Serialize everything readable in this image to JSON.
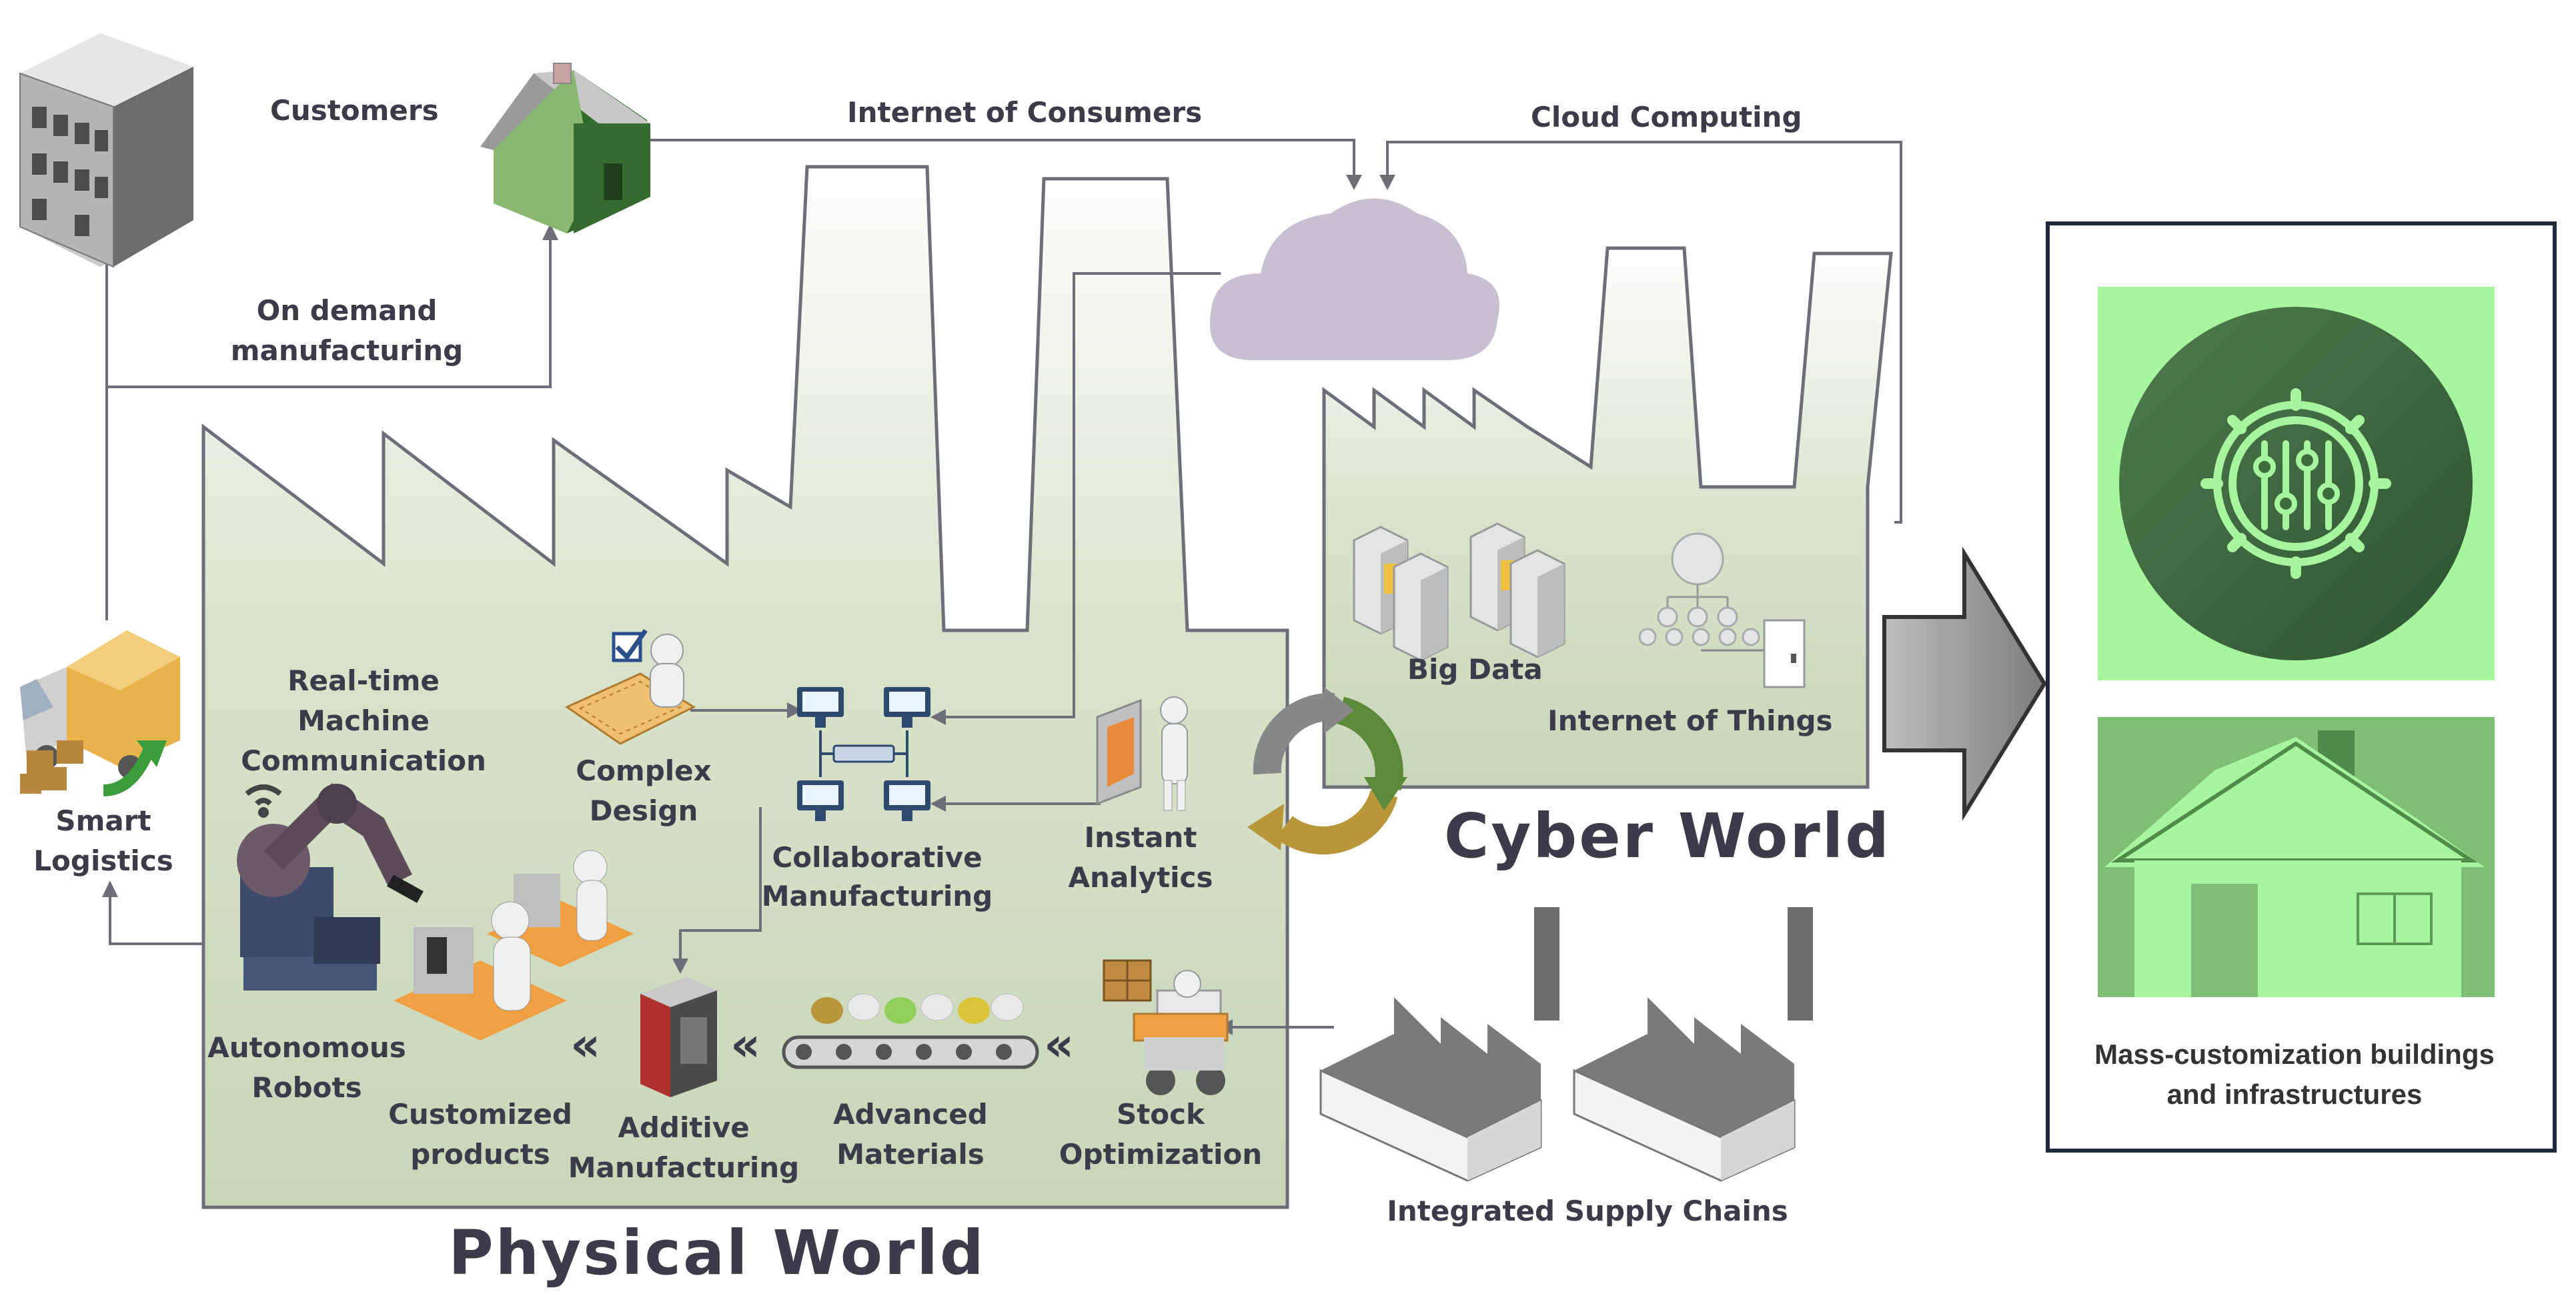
{
  "labels": {
    "customers": "Customers",
    "internet_of_consumers": "Internet of Consumers",
    "cloud_computing": "Cloud Computing",
    "on_demand": [
      "On demand",
      "manufacturing"
    ],
    "smart_logistics": [
      "Smart",
      "Logistics"
    ],
    "realtime": [
      "Real-time",
      "Machine",
      "Communication"
    ],
    "complex_design": [
      "Complex",
      "Design"
    ],
    "collaborative": [
      "Collaborative",
      "Manufacturing"
    ],
    "instant_analytics": [
      "Instant",
      "Analytics"
    ],
    "big_data": "Big Data",
    "iot": "Internet of Things",
    "autonomous_robots": [
      "Autonomous",
      "Robots"
    ],
    "customized_products": [
      "Customized",
      "products"
    ],
    "additive": [
      "Additive",
      "Manufacturing"
    ],
    "advanced_materials": [
      "Advanced",
      "Materials"
    ],
    "stock_optimization": [
      "Stock",
      "Optimization"
    ],
    "integrated_supply": "Integrated Supply Chains",
    "physical_world": "Physical World",
    "cyber_world": "Cyber World"
  },
  "panel": {
    "caption": [
      "Mass-customization buildings",
      "and infrastructures"
    ]
  },
  "colors": {
    "factory_fill": "#d7e2c7",
    "panel_green": "#a8f5a0",
    "gear_dark": "#3d6b3d",
    "house_green": "#7fbf75"
  }
}
